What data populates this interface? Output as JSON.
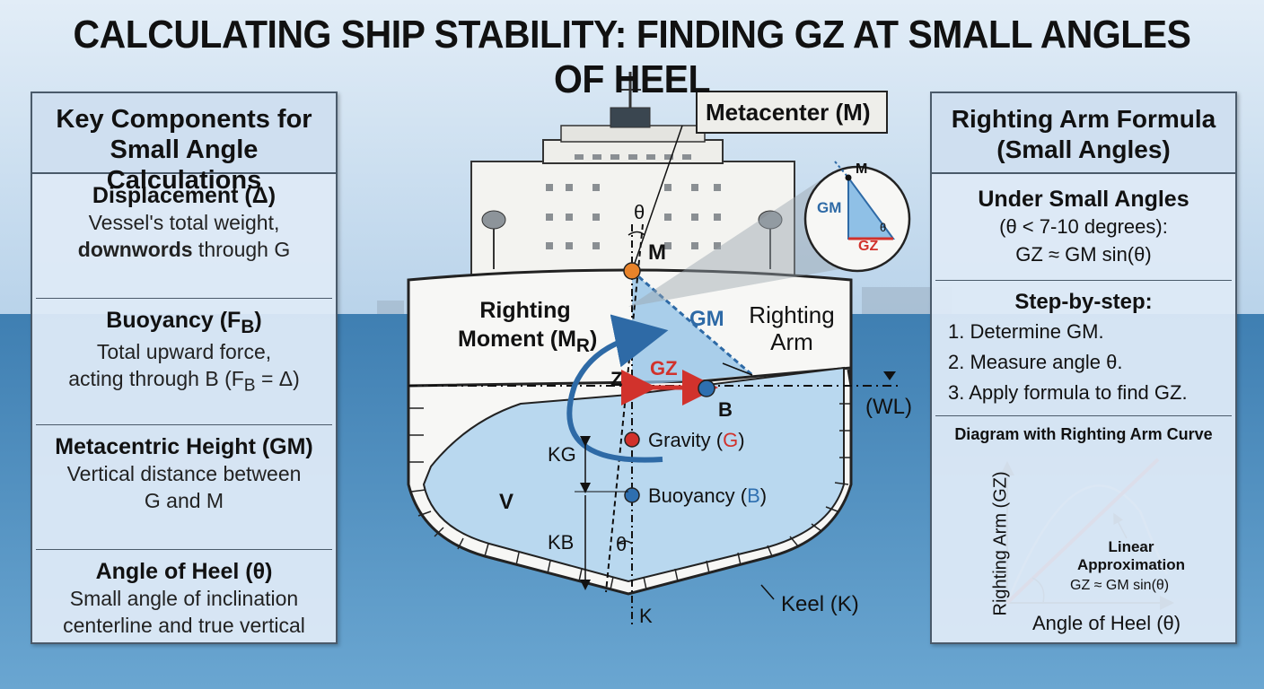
{
  "title": "CALCULATING SHIP STABILITY: FINDING GZ AT SMALL ANGLES OF HEEL",
  "colors": {
    "sky": "#c9def0",
    "sea": "#4f93c4",
    "hull_water": "#b9d8ef",
    "orange_point": "#e8832a",
    "red_point": "#d1322c",
    "blue_point": "#2e6fb0",
    "gz_arrow": "#d1322c",
    "approx_line": "#b52a2a"
  },
  "left_panel": {
    "heading_line1": "Key Components for",
    "heading_line2": "Small Angle Calculations",
    "components": [
      {
        "title": "Displacement (Δ)",
        "line1": "Vessel's total weight,",
        "line2_bold": "downwords",
        "line2_rest": " through G"
      },
      {
        "title": "Buoyancy (F",
        "title_sub": "B",
        "title_end": ")",
        "line1": "Total upward force,",
        "line2": "acting through B (F",
        "line2_sub": "B",
        "line2_end": " = Δ)"
      },
      {
        "title": "Metacentric Height (GM)",
        "line1": "Vertical distance between",
        "line2": "G and M"
      },
      {
        "title": "Angle of Heel (θ)",
        "line1": "Small angle of inclination",
        "line2": "centerline and true vertical"
      }
    ]
  },
  "right_panel": {
    "heading_line1": "Righting Arm Formula",
    "heading_line2": "(Small Angles)",
    "under_title": "Under Small Angles",
    "under_range": "(θ < 7-10 degrees):",
    "formula": "GZ ≈ GM sin(θ)",
    "steps_title": "Step-by-step:",
    "steps": [
      "1. Determine GM.",
      "2. Measure angle θ.",
      "3. Apply formula to find GZ."
    ],
    "graph_title": "Diagram with Righting Arm Curve",
    "graph_ylabel": "Righting Arm (GZ)",
    "graph_xlabel": "Angle of Heel (θ)",
    "approx_line1": "Linear",
    "approx_line2": "Approximation",
    "approx_formula": "GZ ≈ GM sin(θ)"
  },
  "diagram": {
    "metacenter_box": "Metacenter (M)",
    "m": "M",
    "theta_top": "θ",
    "gm": "GM",
    "righting_arm_line1": "Righting",
    "righting_arm_line2": "Arm",
    "righting_moment_line1": "Righting",
    "righting_moment_line2": "Moment (M",
    "righting_moment_sub": "R",
    "righting_moment_end": ")",
    "z": "Z",
    "gz": "GZ",
    "b": "B",
    "wl": "(WL)",
    "gravity_prefix": "Gravity (",
    "gravity_letter": "G",
    "gravity_suffix": ")",
    "buoyancy_prefix": "Buoyancy (",
    "buoyancy_letter": "B",
    "buoyancy_suffix": ")",
    "kg": "KG",
    "kb": "KB",
    "v": "V",
    "theta_bottom": "θ",
    "k": "K",
    "keel": "Keel (K)",
    "inset_m": "M",
    "inset_gm": "GM",
    "inset_theta": "θ",
    "inset_gz": "GZ"
  }
}
